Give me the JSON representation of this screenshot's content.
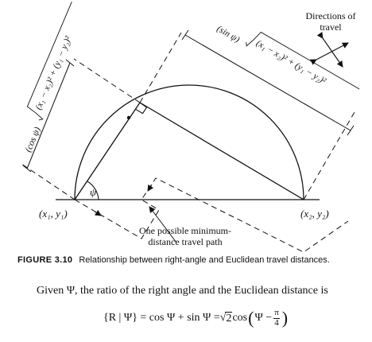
{
  "figure": {
    "directions_label": [
      "Directions of",
      "travel"
    ],
    "point_left": "(x₁, y₁)",
    "point_right": "(x₂, y₂)",
    "angle": "ψ",
    "left_dim_prefix": "(cos ψ)",
    "left_dim_radicand": "(x₁ − x₂)² + (y₁ − y₂)²",
    "right_dim_prefix": "(sin ψ)",
    "right_dim_radicand": "(x₁ − x₂)² + (y₁ − y₂)²",
    "path_label": [
      "One possible minimum-",
      "distance travel path"
    ]
  },
  "caption": {
    "number": "FIGURE 3.10",
    "text": "Relationship between right-angle and Euclidean travel distances."
  },
  "body_text": "Given Ψ, the ratio of the right angle and the Euclidean distance is",
  "equation": {
    "lhs": "{R | Ψ} = cos Ψ + sin Ψ = ",
    "sqrt_sign": "√",
    "sqrt_arg": "2",
    "cos": " cos",
    "inner": "Ψ − ",
    "frac_num": "π",
    "frac_den": "4"
  }
}
